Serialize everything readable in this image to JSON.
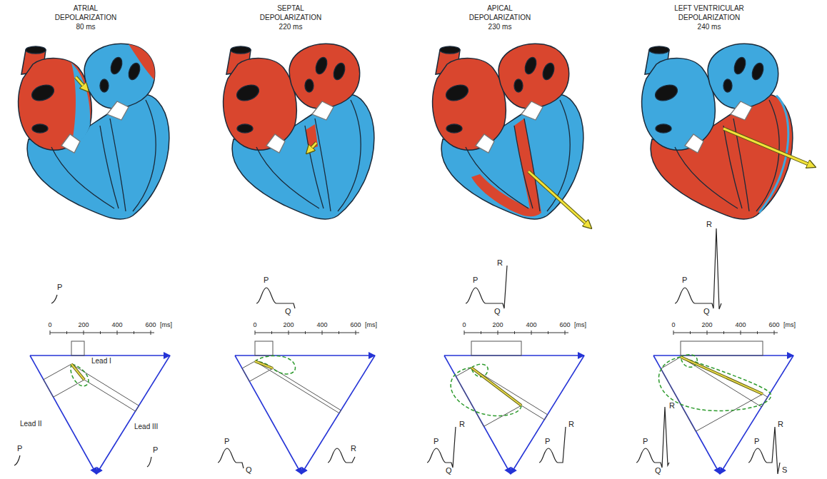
{
  "diagram": {
    "labels": [
      "ATRIAL",
      "DEPOLARIZATION",
      "80 ms",
      "P",
      "0",
      "200",
      "400",
      "600",
      "[ms]",
      "Lead I",
      "Lead II",
      "Lead III",
      "P",
      "P",
      "SEPTAL",
      "DEPOLARIZATION",
      "220 ms",
      "P",
      "Q",
      "0",
      "200",
      "400",
      "600",
      "[ms]",
      "P",
      "Q",
      "R",
      "APICAL",
      "DEPOLARIZATION",
      "230 ms",
      "P",
      "R",
      "Q",
      "0",
      "200",
      "400",
      "600",
      "[ms]",
      "R",
      "P",
      "Q",
      "P",
      "R",
      "LEFT VENTRICULAR",
      "DEPOLARIZATION",
      "240 ms",
      "R",
      "P",
      "Q",
      "0",
      "200",
      "400",
      "600",
      "[ms]",
      "R",
      "P",
      "Q",
      "P",
      "R",
      "S"
    ]
  }
}
